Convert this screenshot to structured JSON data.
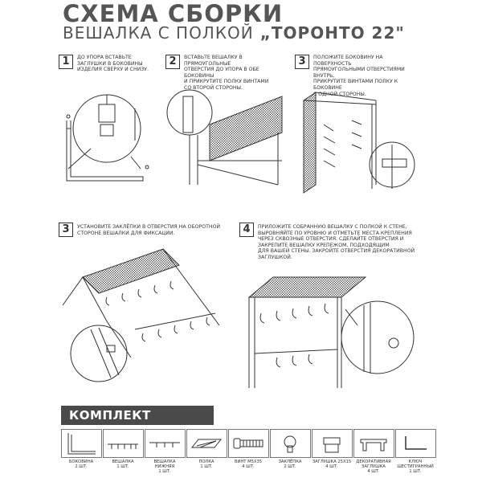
{
  "header": {
    "title": "СХЕМА СБОРКИ",
    "subtitle": "ВЕШАЛКА С ПОЛКОЙ",
    "model": "„ТОРОНТО 22\""
  },
  "steps": [
    {
      "number": "1",
      "text": [
        "ДО УПОРА ВСТАВЬТЕ",
        "ЗАГЛУШКИ В БОКОВИНЫ",
        "ИЗДЕЛИЯ СВЕРХУ И СНИЗУ."
      ]
    },
    {
      "number": "2",
      "text": [
        "ВСТАВЬТЕ ВЕШАЛКУ В ПРЯМОУГОЛЬНЫЕ",
        "ОТВЕРСТИЯ ДО УПОРА В ОБЕ БОКОВИНЫ",
        "И ПРИКРУТИТЕ ПОЛКУ ВИНТАМИ",
        "СО ВТОРОЙ СТОРОНЫ."
      ]
    },
    {
      "number": "3",
      "text": [
        "ПОЛОЖИТЕ БОКОВИНУ НА ПОВЕРХНОСТЬ",
        "ПРЯМОУГОЛЬНЫМИ ОТВЕРСТИЯМИ ВНУТРЬ,",
        "ПРИКРУТИТЕ ВИНТАМИ ПОЛКУ К БОКОВИНЕ",
        "С ОДНОЙ СТОРОНЫ."
      ]
    },
    {
      "number": "3",
      "text": [
        "УСТАНОВИТЕ ЗАКЛЁПКИ В ОТВЕРСТИЯ НА ОБОРОТНОЙ",
        "СТОРОНЕ ВЕШАЛКИ ДЛЯ ФИКСАЦИИ."
      ]
    },
    {
      "number": "4",
      "text": [
        "ПРИЛОЖИТЕ СОБРАННУЮ ВЕШАЛКУ С ПОЛКОЙ К СТЕНЕ,",
        "ВЫРОВНЯЙТЕ ПО УРОВНЮ И ОТМЕТЬТЕ МЕСТА КРЕПЛЕНИЯ",
        "ЧЕРЕЗ СКВОЗНЫЕ ОТВЕРСТИЯ.  СДЕЛАЙТЕ ОТВЕРСТИЯ И",
        "ЗАКРЕПИТЕ ВЕШАЛКУ КРЕПЕЖОМ, ПОДХОДЯЩИМ",
        "ДЛЯ ВАШЕЙ СТЕНЫ. ЗАКРОЙТЕ ОТВЕРСТИЯ ДЕКОРАТИВНОЙ",
        "ЗАГЛУШКОЙ."
      ]
    }
  ],
  "kit": {
    "title": "КОМПЛЕКТ ПОСТАВКИ",
    "items": [
      {
        "name": "БОКОВИНА",
        "qty": "2 шт.",
        "icon": "side-panel-icon"
      },
      {
        "name": "ВЕШАЛКА",
        "qty": "1 шт.",
        "icon": "hanger-icon"
      },
      {
        "name": "ВЕШАЛКА НИЖНЯЯ",
        "qty": "1 шт.",
        "icon": "lower-hanger-icon"
      },
      {
        "name": "ПОЛКА",
        "qty": "1 шт.",
        "icon": "shelf-icon"
      },
      {
        "name": "ВИНТ М5х35",
        "qty": "4 шт.",
        "icon": "screw-icon"
      },
      {
        "name": "ЗАКЛЁПКА",
        "qty": "2 шт.",
        "icon": "rivet-icon"
      },
      {
        "name": "ЗАГЛУШКА 25х15",
        "qty": "4 шт.",
        "icon": "plug-icon"
      },
      {
        "name": "ДЕКОРАТИВНАЯ ЗАГЛУШКА",
        "qty": "4 шт.",
        "icon": "decorative-plug-icon"
      },
      {
        "name": "КЛЮЧ ШЕСТИГРАННЫЙ",
        "qty": "1 шт.",
        "icon": "hex-key-icon"
      }
    ]
  }
}
